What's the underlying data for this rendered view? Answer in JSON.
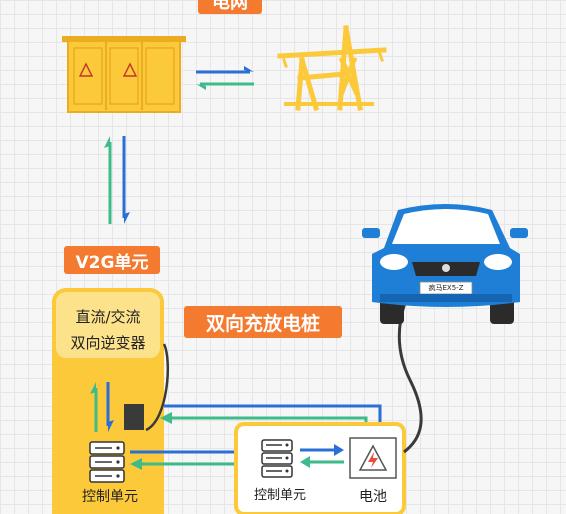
{
  "labels": {
    "grid": "电网",
    "v2g_unit": "V2G单元",
    "inverter_line1": "直流/交流",
    "inverter_line2": "双向逆变器",
    "charger_pile": "双向充放电桩",
    "control_unit_left": "控制单元",
    "control_unit_right": "控制单元",
    "battery": "电池",
    "car_plate": "疯马EX5-Z"
  },
  "colors": {
    "orange": "#f47a2f",
    "yellow": "#fcc93a",
    "yellow_dark": "#e9ad1f",
    "blue_arrow": "#2a6fd6",
    "green_arrow": "#3dbb8a",
    "car_blue": "#1f7fd6"
  },
  "icons": [
    "transformer-cabinet-icon",
    "power-tower-icon",
    "server-icon",
    "battery-warning-icon",
    "car-icon",
    "lightning-icon"
  ]
}
